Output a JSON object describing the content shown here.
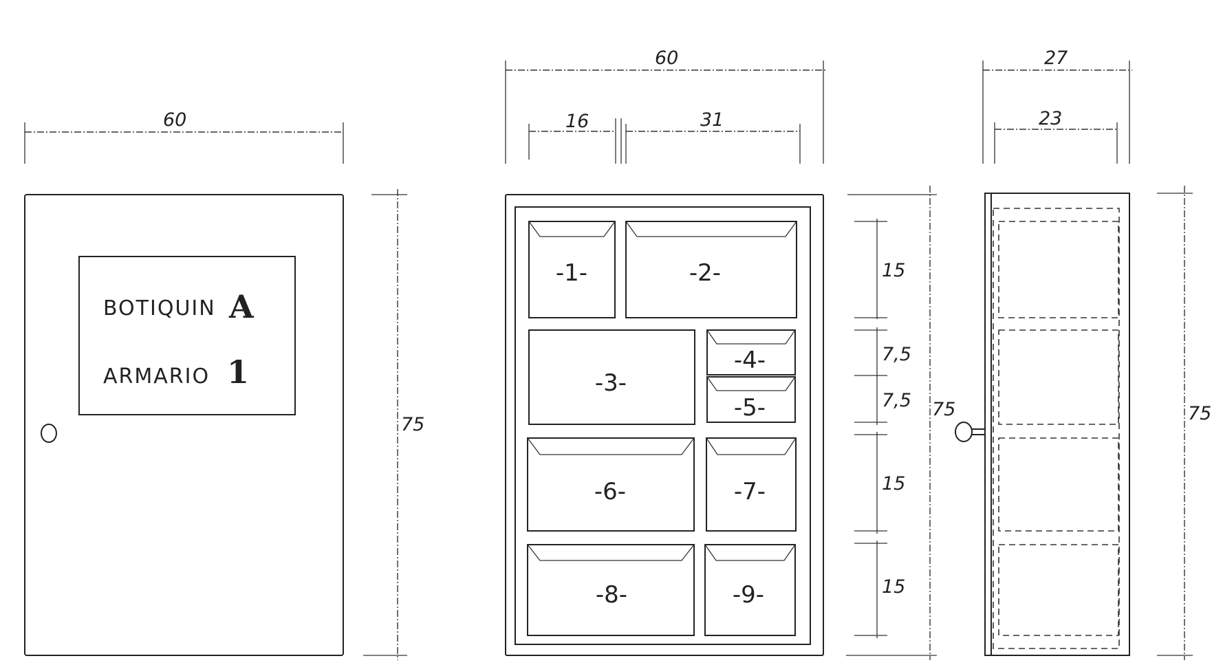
{
  "front_view": {
    "width_dim": "60",
    "height_dim": "75",
    "sign": {
      "line1_label": "BOTIQUIN",
      "line1_value": "A",
      "line2_label": "ARMARIO",
      "line2_value": "1"
    }
  },
  "interior_view": {
    "width_dim": "60",
    "left_column_dim": "16",
    "right_column_dim": "31",
    "height_dim": "75",
    "row_dims": [
      "15",
      "7,5",
      "7,5",
      "15",
      "15"
    ],
    "drawers": [
      "-1-",
      "-2-",
      "-3-",
      "-4-",
      "-5-",
      "-6-",
      "-7-",
      "-8-",
      "-9-"
    ]
  },
  "side_view": {
    "depth_dim": "27",
    "inner_depth_dim": "23",
    "height_dim": "75"
  }
}
